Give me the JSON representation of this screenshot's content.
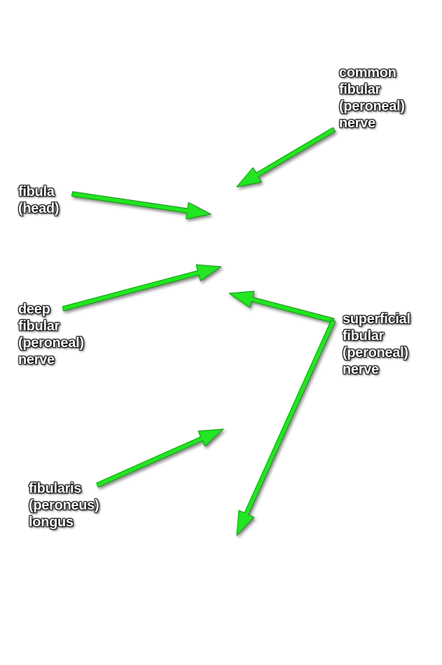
{
  "labels": {
    "common_fibular_nerve": [
      "common",
      "fibular",
      "(peroneal)",
      "nerve"
    ],
    "fibula_head": [
      "fibula",
      "(head)"
    ],
    "deep_fibular_nerve": [
      "deep",
      "fibular",
      "(peroneal)",
      "nerve"
    ],
    "superficial_fibular_nerve": [
      "superficial",
      "fibular",
      "(peroneal)",
      "nerve"
    ],
    "fibularis_longus": [
      "fibularis",
      "(peroneus)",
      "longus"
    ]
  },
  "colors": {
    "arrow": "#22e622",
    "arrow_outline": "#0f8f0f",
    "label_text": "#ffffff",
    "label_outline": "#000000"
  }
}
